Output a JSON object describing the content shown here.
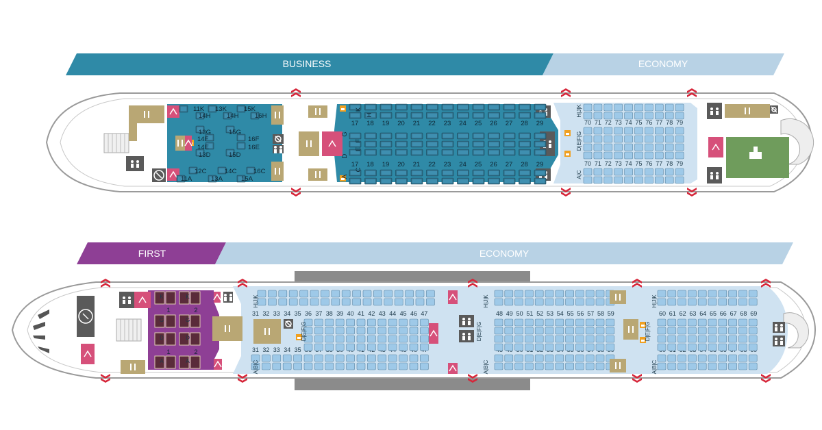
{
  "upper_deck": {
    "business_label": "BUSINESS",
    "economy_label": "ECONOMY",
    "business_mini_rows": {
      "left_top": "11K",
      "r13k": "13K",
      "r15k": "15K",
      "r14h": "14H",
      "r14h_b": "14H",
      "r16h": "16H",
      "r13g": "13G",
      "r15g": "15G",
      "r14f": "14F",
      "r16f": "16F",
      "r14e": "14E",
      "r16e": "16E",
      "r13d": "13D",
      "r15d": "15D",
      "r12c": "12C",
      "r14c": "14C",
      "r16c": "16C",
      "r11a": "11A",
      "r13a": "13A",
      "r15a": "15A"
    },
    "business_rows": [
      "17",
      "18",
      "19",
      "20",
      "21",
      "22",
      "23",
      "24",
      "25",
      "26",
      "27",
      "28",
      "29"
    ],
    "business_letters": [
      "K",
      "H",
      "G",
      "F",
      "E",
      "D",
      "C",
      "A"
    ],
    "economy_rows": [
      "70",
      "71",
      "72",
      "73",
      "74",
      "75",
      "76",
      "77",
      "78",
      "79"
    ],
    "economy_letters_top": "H|J|K",
    "economy_letters_mid": "D|E|F|G",
    "economy_letters_bottom": "A|C"
  },
  "main_deck": {
    "first_label": "FIRST",
    "economy_label": "ECONOMY",
    "first_rows": [
      "1",
      "2"
    ],
    "first_letters": [
      "K",
      "G",
      "D",
      "A"
    ],
    "economy_rows_a": [
      "31",
      "32",
      "33",
      "34",
      "35",
      "36",
      "37",
      "38",
      "39",
      "40",
      "41",
      "42",
      "43",
      "44",
      "45",
      "46",
      "47"
    ],
    "economy_rows_b": [
      "48",
      "49",
      "50",
      "51",
      "52",
      "53",
      "54",
      "55",
      "56",
      "57",
      "58",
      "59"
    ],
    "economy_rows_c": [
      "60",
      "61",
      "62",
      "63",
      "64",
      "65",
      "66",
      "67",
      "68",
      "69"
    ],
    "letters_top": "H|J|K",
    "letters_mid": "D|E|F|G",
    "letters_bottom": "A|B|C"
  },
  "colors": {
    "business": "#2a8aa6",
    "economy_band": "#b3cfe3",
    "first": "#8e3f95",
    "economy_seat": "#9ec9e8",
    "business_seat": "#2e6b84",
    "galley": "#b9a774",
    "lavatory": "#5a5a5a",
    "exit": "#d6263a",
    "bassinet": "#f0a020",
    "crew": "#d6507a",
    "lounge": "#6f9c5c"
  },
  "icons": [
    "galley-icon",
    "lavatory-icon",
    "exit-arrow-icon",
    "no-smoking-icon",
    "bassinet-icon",
    "crew-rest-icon",
    "bar-icon",
    "stairs-icon"
  ]
}
